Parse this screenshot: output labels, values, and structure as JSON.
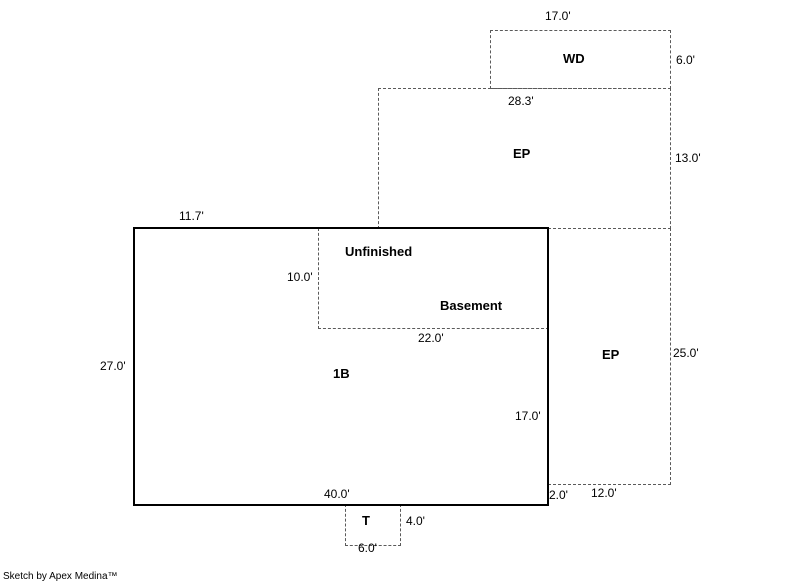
{
  "credit": "Sketch by Apex Medina™",
  "rooms": {
    "wd": "WD",
    "ep_upper": "EP",
    "ep_right": "EP",
    "unfinished_line1": "Unfinished",
    "unfinished_line2": "Basement",
    "main": "1B",
    "t": "T"
  },
  "dimensions": {
    "wd_width": "17.0'",
    "wd_height": "6.0'",
    "ep_upper_width": "28.3'",
    "ep_upper_height": "13.0'",
    "main_top_partial": "11.7'",
    "unfinished_height": "10.0'",
    "unfinished_width": "22.0'",
    "main_height": "27.0'",
    "ep_right_height": "25.0'",
    "main_inner_right": "17.0'",
    "main_width": "40.0'",
    "ep_right_bottom_offset": "2.0'",
    "ep_right_width": "12.0'",
    "t_height": "4.0'",
    "t_width": "6.0'"
  }
}
